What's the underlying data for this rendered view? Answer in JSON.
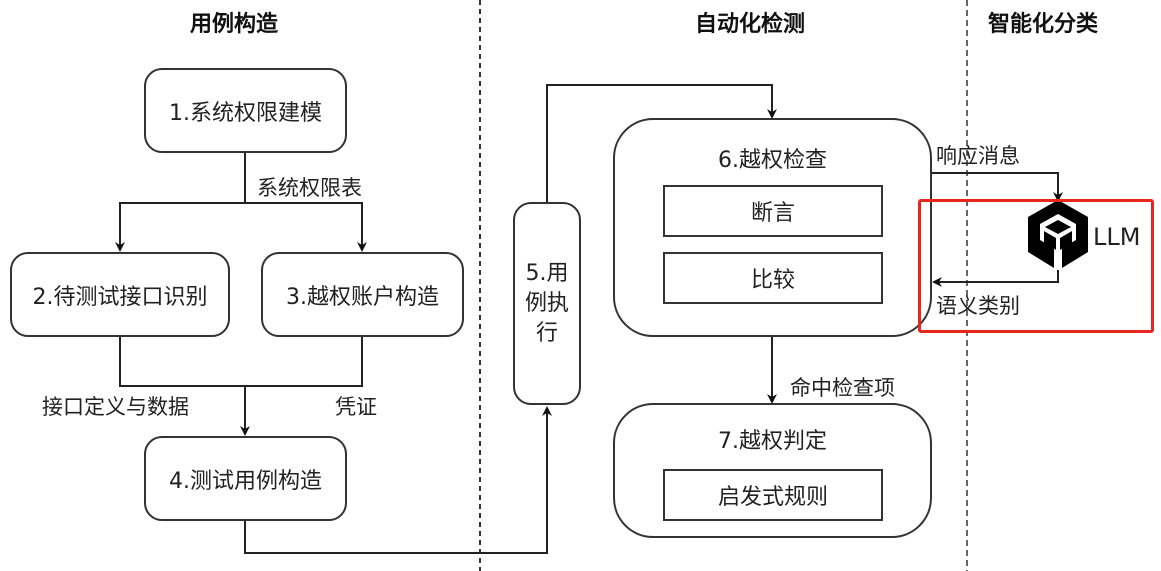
{
  "sections": {
    "case_construction": "用例构造",
    "automated_detection": "自动化检测",
    "intelligent_classification": "智能化分类"
  },
  "nodes": {
    "n1": "1.系统权限建模",
    "n2": "2.待测试接口识别",
    "n3": "3.越权账户构造",
    "n4": "4.测试用例构造",
    "n5_lines": [
      "5.用",
      "例执",
      "行"
    ],
    "n6": "6.越权检查",
    "n6_assert": "断言",
    "n6_compare": "比较",
    "n7": "7.越权判定",
    "n7_heuristic": "启发式规则",
    "llm": "LLM"
  },
  "edge_labels": {
    "permission_table": "系统权限表",
    "interface_data": "接口定义与数据",
    "credentials": "凭证",
    "hit_items": "命中检查项",
    "response": "响应消息",
    "semantic_category": "语义类别"
  },
  "colors": {
    "stroke": "#333333",
    "highlight": "#e8261e"
  }
}
